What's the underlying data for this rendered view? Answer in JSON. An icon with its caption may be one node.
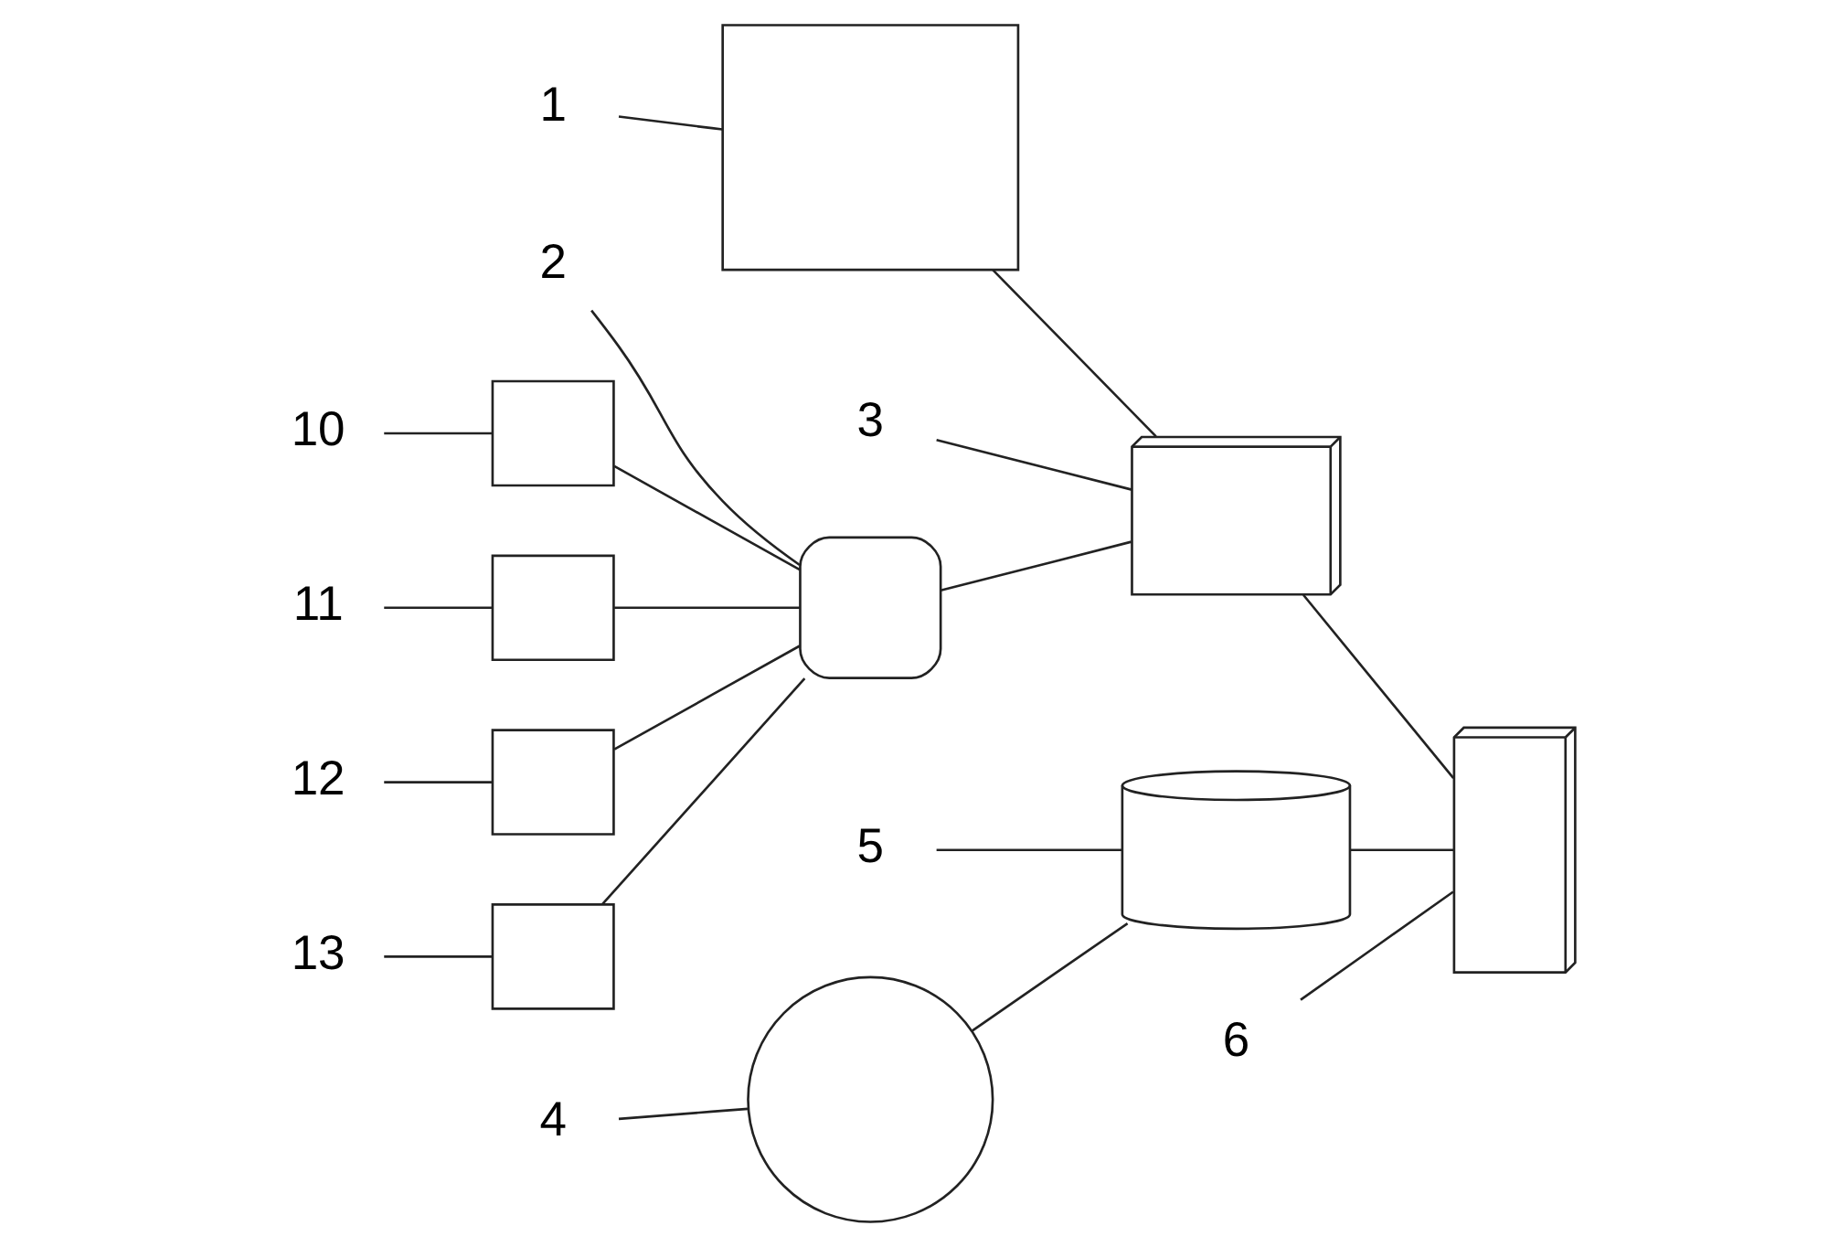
{
  "diagram": {
    "nodes": [
      {
        "text": [
          "10"
        ]
      },
      {
        "text": [],
        "shape": "box"
      },
      {
        "text": [
          "11"
        ]
      },
      {
        "text": [],
        "shape": "box"
      },
      {
        "text": [
          "12"
        ]
      },
      {
        "text": [],
        "shape": "box"
      },
      {
        "text": [
          "13"
        ]
      },
      {
        "text": [],
        "shape": "box"
      },
      {
        "text": [
          "1"
        ]
      },
      {
        "text": [],
        "shape": "box"
      },
      {
        "text": [
          "2"
        ]
      },
      {
        "text": [],
        "shape": "chip"
      },
      {
        "text": [
          "3"
        ]
      },
      {
        "text": [],
        "shape": "laptop"
      },
      {
        "text": [
          "4"
        ]
      },
      {
        "text": [],
        "shape": "circle"
      },
      {
        "text": [
          "5"
        ]
      },
      {
        "text": [],
        "shape": "cylinder"
      },
      {
        "text": [
          "6"
        ]
      },
      {
        "text": [],
        "shape": "cabinet"
      }
    ],
    "edges": [
      {
        "from": 0,
        "to": 1,
        "arrow": "none"
      },
      {
        "from": 2,
        "to": 3,
        "arrow": "none"
      },
      {
        "from": 4,
        "to": 5,
        "arrow": "none"
      },
      {
        "from": 6,
        "to": 7,
        "arrow": "none"
      },
      {
        "from": 8,
        "to": 9,
        "arrow": "none"
      },
      {
        "from": 10,
        "to": 11,
        "arrow": "none"
      },
      {
        "from": 12,
        "to": 13,
        "arrow": "none"
      },
      {
        "from": 14,
        "to": 15,
        "arrow": "none"
      },
      {
        "from": 16,
        "to": 17,
        "arrow": "none"
      },
      {
        "from": 18,
        "to": 19,
        "arrow": "none"
      },
      {
        "from": 1,
        "to": 11,
        "arrow": "none"
      },
      {
        "from": 3,
        "to": 11,
        "arrow": "none"
      },
      {
        "from": 5,
        "to": 11,
        "arrow": "none"
      },
      {
        "from": 7,
        "to": 11,
        "arrow": "none"
      },
      {
        "from": 11,
        "to": 13,
        "arrow": "none"
      },
      {
        "from": 9,
        "to": 13,
        "arrow": "none"
      },
      {
        "from": 13,
        "to": 19,
        "arrow": "none"
      },
      {
        "from": 15,
        "to": 17,
        "arrow": "none"
      },
      {
        "from": 17,
        "to": 19,
        "arrow": "none"
      }
    ]
  }
}
